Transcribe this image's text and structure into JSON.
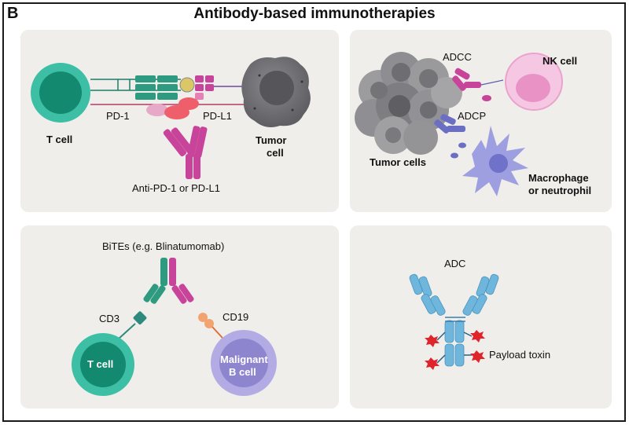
{
  "panel_letter": "B",
  "title": "Antibody-based immunotherapies",
  "panels": {
    "checkpoint": {
      "t_cell": "T cell",
      "pd1": "PD-1",
      "pdl1": "PD-L1",
      "tumor_line1": "Tumor",
      "tumor_line2": "cell",
      "antibody": "Anti-PD-1 or PD-L1"
    },
    "adcc": {
      "adcc": "ADCC",
      "nk_cell": "NK cell",
      "adcp": "ADCP",
      "tumor_cells": "Tumor cells",
      "macrophage_line1": "Macrophage",
      "macrophage_line2": "or neutrophil"
    },
    "bites": {
      "title": "BiTEs (e.g. Blinatumomab)",
      "cd3": "CD3",
      "cd19": "CD19",
      "t_cell": "T cell",
      "b_cell_line1": "Malignant",
      "b_cell_line2": "B cell"
    },
    "adc": {
      "title": "ADC",
      "payload": "Payload toxin"
    }
  },
  "colors": {
    "panel_bg": "#f0eeea",
    "t_cell_outer": "#3dbfa5",
    "t_cell_inner": "#138a6f",
    "pd1": "#e6a9c7",
    "pdl1": "#ef5f6b",
    "magenta": "#c8449a",
    "tumor": "#6e6e72",
    "nk": "#f3b7dc",
    "macrophage": "#7b7fd0",
    "adcp_ab": "#6a6fc4",
    "b_cell": "#9a8fd6",
    "cd19": "#f2a470",
    "adc": "#6fb6dd",
    "toxin": "#e0242b"
  }
}
